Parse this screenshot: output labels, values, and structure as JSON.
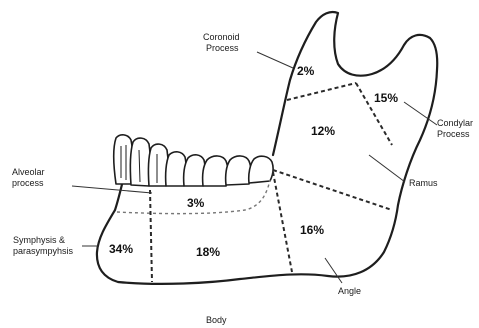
{
  "diagram": {
    "labels": {
      "coronoid_line1": "Coronoid",
      "coronoid_line2": "Process",
      "condylar_line1": "Condylar",
      "condylar_line2": "Process",
      "alveolar_line1": "Alveolar",
      "alveolar_line2": "process",
      "symphysis_line1": "Symphysis &",
      "symphysis_line2": "parasympyhsis",
      "ramus": "Ramus",
      "angle": "Angle",
      "body": "Body"
    },
    "percentages": {
      "coronoid": "2%",
      "condylar": "15%",
      "ramus": "12%",
      "alveolar": "3%",
      "angle": "16%",
      "symphysis": "34%",
      "body": "18%"
    }
  }
}
